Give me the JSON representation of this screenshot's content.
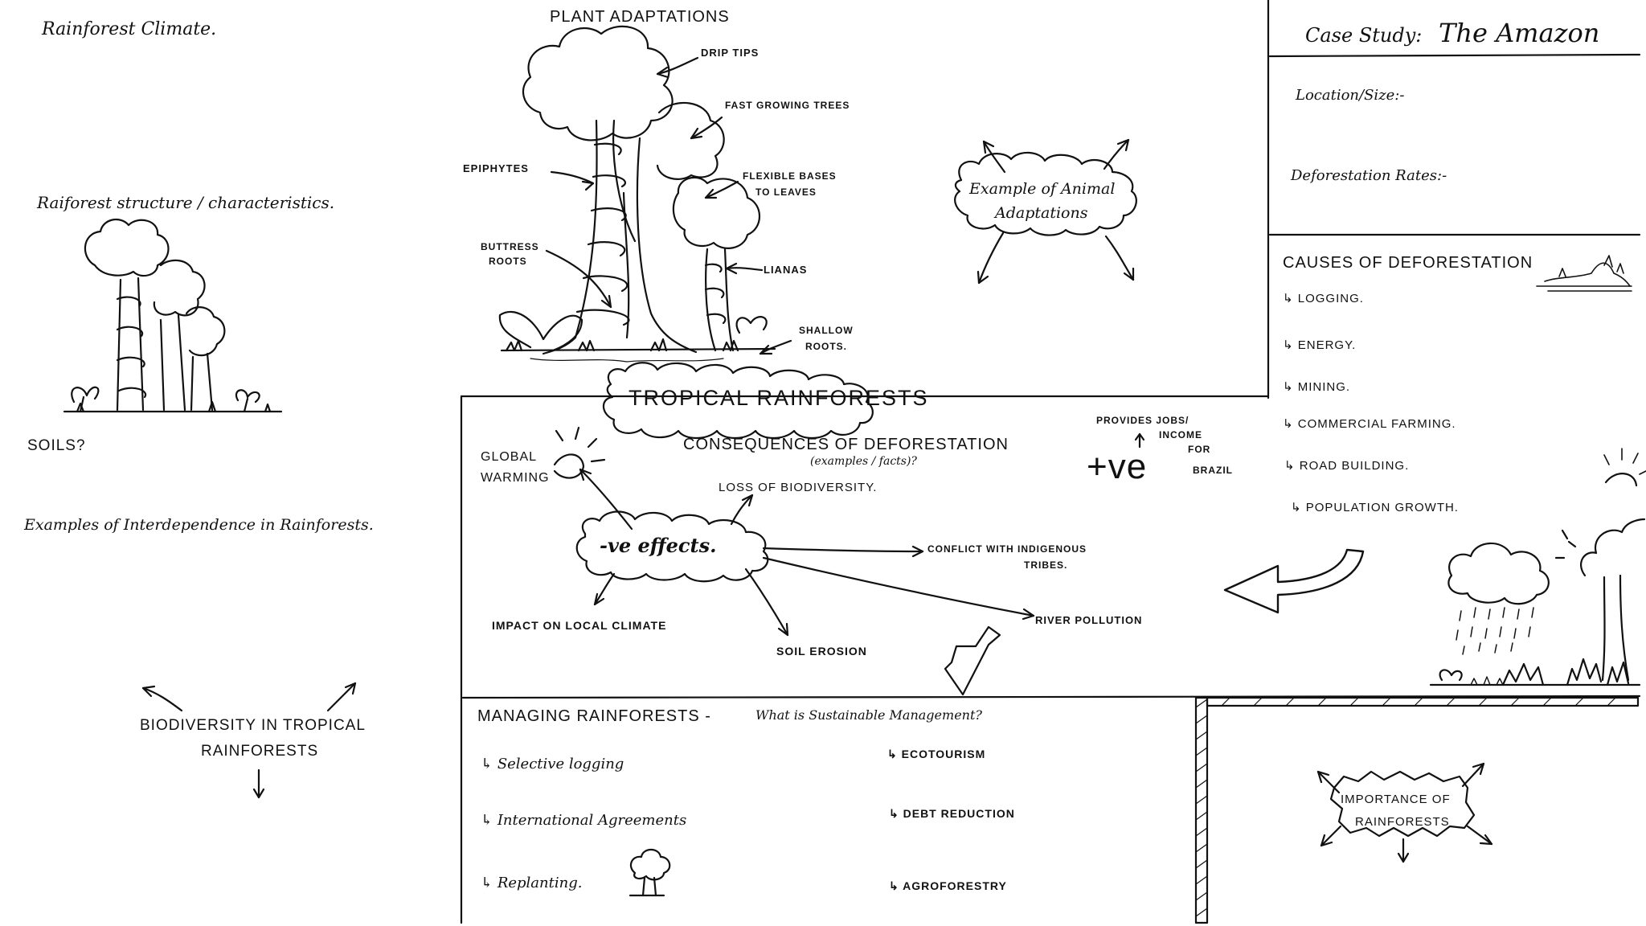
{
  "left": {
    "climate": "Rainforest Climate.",
    "structure": "Raiforest structure / characteristics.",
    "soils": "SOILS?",
    "interdependence": "Examples of Interdependence in Rainforests.",
    "biodiversity_line1": "BIODIVERSITY IN TROPICAL",
    "biodiversity_line2": "RAINFORESTS"
  },
  "plants": {
    "title": "PLANT ADAPTATIONS",
    "drip_tips": "DRIP TIPS",
    "fast_growing": "FAST GROWING TREES",
    "epiphytes": "EPIPHYTES",
    "flexible_1": "FLEXIBLE BASES",
    "flexible_2": "TO LEAVES",
    "buttress_1": "BUTTRESS",
    "buttress_2": "ROOTS",
    "lianas": "LIANAS",
    "shallow_1": "SHALLOW",
    "shallow_2": "ROOTS."
  },
  "animal": {
    "line1": "Example of Animal",
    "line2": "Adaptations"
  },
  "case_study": {
    "title_prefix": "Case Study:",
    "title_name": "The Amazon",
    "location": "Location/Size:-",
    "deforestation_rates": "Deforestation Rates:-"
  },
  "causes": {
    "title": "CAUSES OF DEFORESTATION",
    "items": [
      "LOGGING.",
      "ENERGY.",
      "MINING.",
      "COMMERCIAL FARMING.",
      "ROAD BUILDING.",
      "POPULATION GROWTH."
    ]
  },
  "center_title": "TROPICAL RAINFORESTS",
  "consequences": {
    "title": "CONSEQUENCES OF DEFORESTATION",
    "subtitle": "(examples / facts)?",
    "neg_label": "-ve effects.",
    "global_1": "GLOBAL",
    "global_2": "WARMING",
    "biodiversity_loss": "LOSS OF BIODIVERSITY.",
    "conflict_1": "CONFLICT WITH INDIGENOUS",
    "conflict_2": "TRIBES.",
    "river": "RIVER POLLUTION",
    "soil": "SOIL EROSION",
    "climate": "IMPACT ON LOCAL CLIMATE",
    "pos_label": "+ve",
    "jobs_1": "PROVIDES JOBS/",
    "jobs_2": "INCOME",
    "jobs_3": "FOR",
    "jobs_4": "BRAZIL"
  },
  "managing": {
    "title": "MANAGING RAINFORESTS -",
    "question": "What is Sustainable Management?",
    "left_items": [
      "Selective logging",
      "International Agreements",
      "Replanting."
    ],
    "right_items": [
      "ECOTOURISM",
      "DEBT REDUCTION",
      "AGROFORESTRY"
    ]
  },
  "importance": {
    "line1": "IMPORTANCE OF",
    "line2": "RAINFORESTS"
  }
}
